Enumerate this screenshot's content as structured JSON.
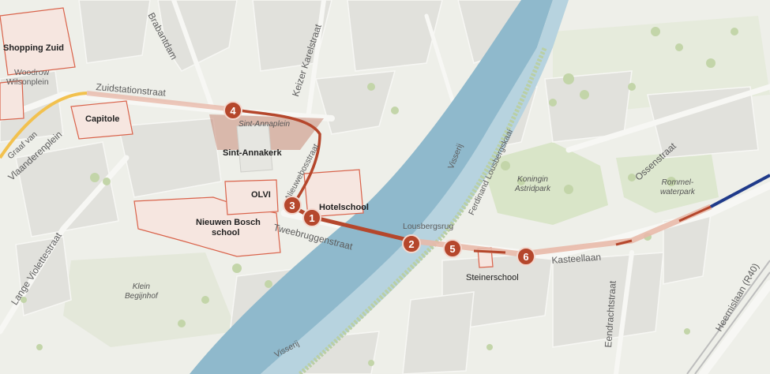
{
  "map": {
    "places": {
      "shopping_zuid": "Shopping Zuid",
      "woodrow": "Woodrow",
      "wilsonplein": "Wilsonplein",
      "capitole": "Capitole",
      "sint_annakerk": "Sint-Annakerk",
      "olvi": "OLVI",
      "hotelschool": "Hotelschool",
      "nieuwen_bosch_1": "Nieuwen Bosch",
      "nieuwen_bosch_2": "school",
      "steinerschool": "Steinerschool"
    },
    "streets": {
      "brabantdam": "Brabantdam",
      "keizer_karelstraat": "Keizer Karelstraat",
      "zuidstationstraat": "Zuidstationstraat",
      "graaf_van": "Graaf van",
      "vlaanderenplein": "Vlaanderenplein",
      "nieuwebosstraat": "Nieuwebosstraat",
      "tweebruggenstraat": "Tweebruggenstraat",
      "lange_violettestraat": "Lange Violettestraat",
      "visserij_top": "Visserij",
      "visserij_bottom": "Visserij",
      "ferdinand": "Ferdinand Lousbergskaai",
      "lousbergsrug": "Lousbergsrug",
      "kasteellaan": "Kasteellaan",
      "ossenstraat": "Ossenstraat",
      "eendrachtstraat": "Eendrachtstraat",
      "heernislaan": "Heernislaan (R40)"
    },
    "areas": {
      "sint_annaplein": "Sint-Annaplein",
      "koningin_astridpark": "Koningin\nAstridpark",
      "rommelwaterpark": "Rommel-\nwaterpark",
      "klein_begijnhof": "Klein\nBegijnhof"
    },
    "markers": [
      "1",
      "2",
      "3",
      "4",
      "5",
      "6"
    ],
    "colors": {
      "background": "#eeefe9",
      "building": "#e1e1dc",
      "water": "#8fb9cc",
      "green": "#d9e5c8",
      "route": "#b5472c",
      "route_faded": "#e8b9aa",
      "highlight_outline": "#d9624a",
      "yellow_route": "#f2c14e",
      "blue_route": "#1f3a8a"
    }
  }
}
